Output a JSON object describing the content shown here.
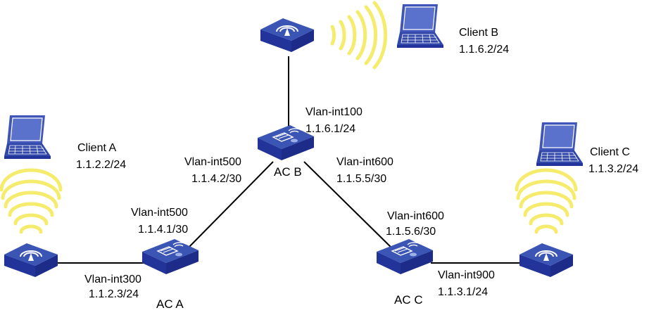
{
  "colors": {
    "device_top": "#3b55b5",
    "device_side": "#22349a",
    "device_front": "#1c2c88",
    "wave": "#f5ec6e",
    "laptop_body": "#3f56b8",
    "laptop_screen": "#5b72cc",
    "link": "#000000"
  },
  "devices": {
    "ac_a": {
      "label": "AC A",
      "icon": "ac-switch-icon"
    },
    "ac_b": {
      "label": "AC B",
      "icon": "ac-switch-icon"
    },
    "ac_c": {
      "label": "AC C",
      "icon": "ac-switch-icon"
    },
    "ap_a": {
      "icon": "access-point-icon"
    },
    "ap_b": {
      "icon": "access-point-icon"
    },
    "ap_c": {
      "icon": "access-point-icon"
    }
  },
  "clients": {
    "a": {
      "name": "Client A",
      "ip": "1.1.2.2/24",
      "icon": "laptop-icon"
    },
    "b": {
      "name": "Client B",
      "ip": "1.1.6.2/24",
      "icon": "laptop-icon"
    },
    "c": {
      "name": "Client C",
      "ip": "1.1.3.2/24",
      "icon": "laptop-icon"
    }
  },
  "interfaces": {
    "acb_100": {
      "name": "Vlan-int100",
      "ip": "1.1.6.1/24"
    },
    "acb_500": {
      "name": "Vlan-int500",
      "ip": "1.1.4.2/30"
    },
    "acb_600": {
      "name": "Vlan-int600",
      "ip": "1.1.5.5/30"
    },
    "aca_500": {
      "name": "Vlan-int500",
      "ip": "1.1.4.1/30"
    },
    "aca_300": {
      "name": "Vlan-int300",
      "ip": "1.1.2.3/24"
    },
    "acc_600": {
      "name": "Vlan-int600",
      "ip": "1.1.5.6/30"
    },
    "acc_900": {
      "name": "Vlan-int900",
      "ip": "1.1.3.1/24"
    }
  }
}
